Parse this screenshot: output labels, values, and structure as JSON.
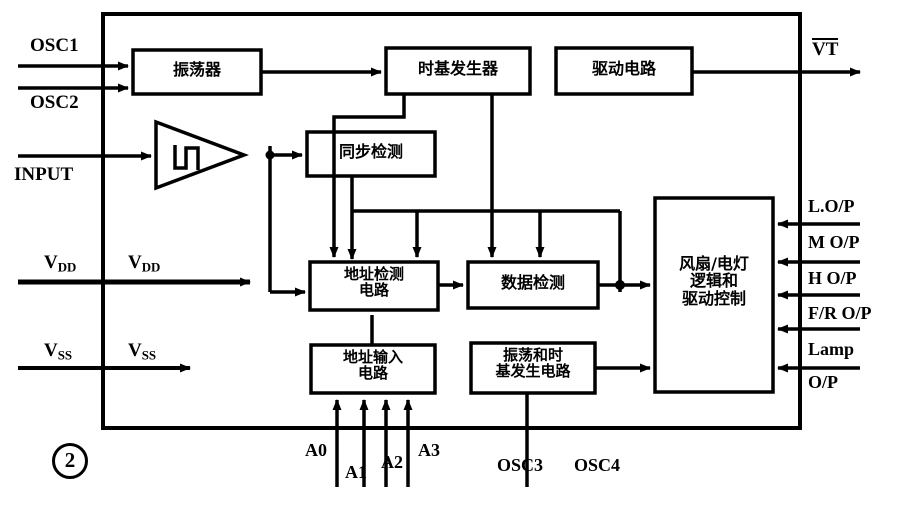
{
  "figure": {
    "number": "2",
    "type": "block-diagram"
  },
  "blocks": {
    "oscillator": "振荡器",
    "time_base_generator": "时基发生器",
    "drive_circuit": "驱动电路",
    "sync_detection": "同步检测",
    "address_detection": "地址检测\n电路",
    "data_detection": "数据检测",
    "address_input": "地址输入\n电路",
    "osc_timebase_gen": "振荡和时\n基发生电路",
    "fan_lamp_logic": "风扇/电灯\n逻辑和\n驱动控制"
  },
  "pins": {
    "osc1": "OSC1",
    "osc2": "OSC2",
    "input": "INPUT",
    "vdd_left": "V",
    "vdd_left_sub": "DD",
    "vdd_right": "V",
    "vdd_right_sub": "DD",
    "vss_left": "V",
    "vss_left_sub": "SS",
    "vss_right": "V",
    "vss_right_sub": "SS",
    "vt": "VT",
    "a0": "A0",
    "a1": "A1",
    "a2": "A2",
    "a3": "A3",
    "osc3": "OSC3",
    "osc4": "OSC4"
  },
  "outputs": [
    {
      "label": "L.O/P"
    },
    {
      "label": "M O/P"
    },
    {
      "label": "H O/P"
    },
    {
      "label": "F/R O/P"
    },
    {
      "label": "Lamp"
    },
    {
      "label": "O/P"
    }
  ],
  "colors": {
    "line": "#000000",
    "background": "#ffffff"
  }
}
